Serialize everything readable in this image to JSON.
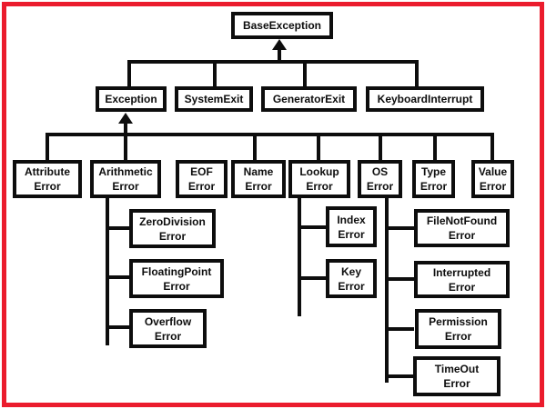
{
  "colors": {
    "frame_red": "#eb1c2d",
    "line_black": "#0d0d0d",
    "box_white": "#ffffff"
  },
  "hierarchy": {
    "root": {
      "label": "BaseException"
    },
    "level2": [
      {
        "label": "Exception"
      },
      {
        "label": "SystemExit"
      },
      {
        "label": "GeneratorExit"
      },
      {
        "label": "KeyboardInterrupt"
      }
    ],
    "exception_children": [
      {
        "lines": [
          "Attribute",
          "Error"
        ]
      },
      {
        "lines": [
          "Arithmetic",
          "Error"
        ]
      },
      {
        "lines": [
          "EOF",
          "Error"
        ]
      },
      {
        "lines": [
          "Name",
          "Error"
        ]
      },
      {
        "lines": [
          "Lookup",
          "Error"
        ]
      },
      {
        "lines": [
          "OS",
          "Error"
        ]
      },
      {
        "lines": [
          "Type",
          "Error"
        ]
      },
      {
        "lines": [
          "Value",
          "Error"
        ]
      }
    ],
    "arithmetic_children": [
      {
        "lines": [
          "ZeroDivision",
          "Error"
        ]
      },
      {
        "lines": [
          "FloatingPoint",
          "Error"
        ]
      },
      {
        "lines": [
          "Overflow",
          "Error"
        ]
      }
    ],
    "lookup_children": [
      {
        "lines": [
          "Index",
          "Error"
        ]
      },
      {
        "lines": [
          "Key",
          "Error"
        ]
      }
    ],
    "os_children": [
      {
        "lines": [
          "FileNotFound",
          "Error"
        ]
      },
      {
        "lines": [
          "Interrupted",
          "Error"
        ]
      },
      {
        "lines": [
          "Permission",
          "Error"
        ]
      },
      {
        "lines": [
          "TimeOut",
          "Error"
        ]
      }
    ]
  }
}
